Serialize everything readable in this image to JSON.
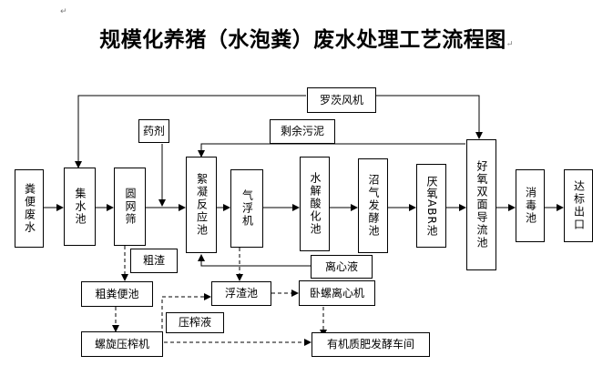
{
  "title": "规模化养猪（水泡粪）废水处理工艺流程图",
  "para_mark": "↵",
  "nodes": {
    "fenbian": "粪便废水",
    "jishui": "集水池",
    "yuanwang": "圆网筛",
    "yaoji": "药剂",
    "luanning": "絮凝反应池",
    "qifu": "气浮机",
    "shuijie": "水解酸化池",
    "zhaoqi": "沼气发酵池",
    "abr": "厌氧ABR池",
    "haoyang": "好氧双面导流池",
    "xiaodu": "消毒池",
    "dabiao": "达标出口",
    "luofeng": "罗茨风机",
    "shengyu": "剩余污泥",
    "cuzha": "粗渣",
    "lixinye": "离心液",
    "cufen": "粗粪便池",
    "fuzha": "浮渣池",
    "woluo": "卧螺离心机",
    "yazha": "压榨液",
    "luoxuan": "螺旋压榨机",
    "youji": "有机质肥发酵车间"
  }
}
